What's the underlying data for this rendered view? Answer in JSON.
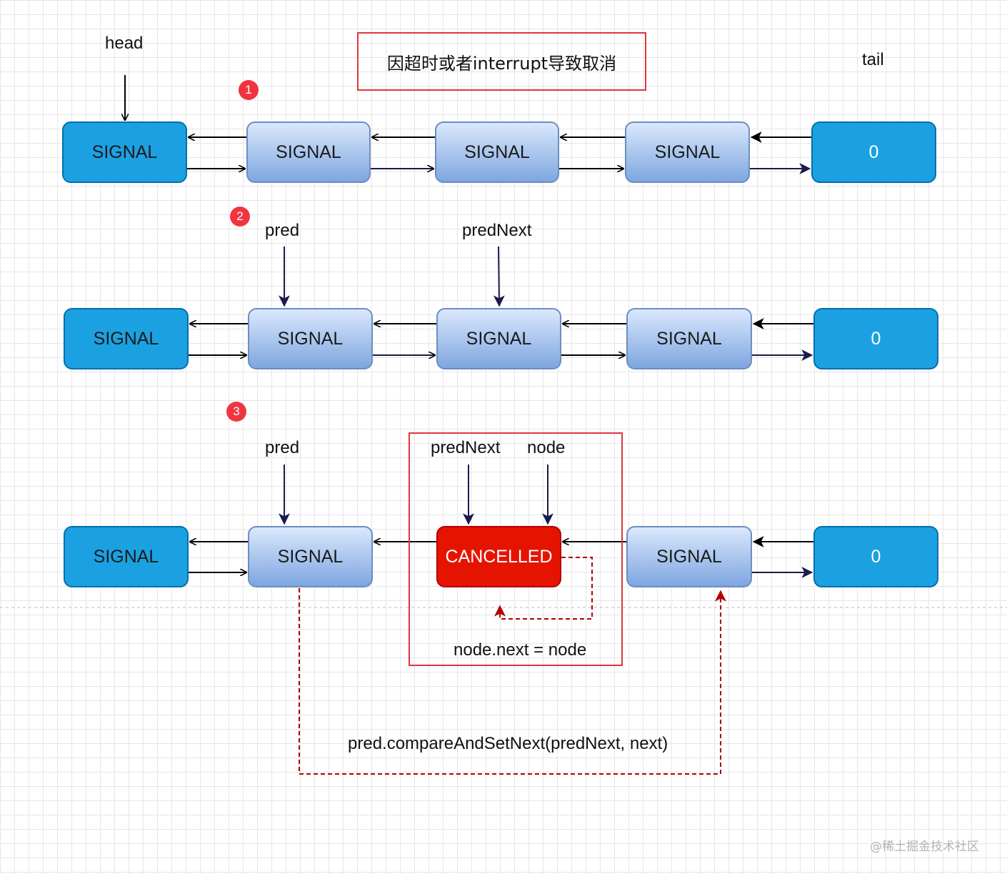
{
  "title_note": "因超时或者interrupt导致取消",
  "pointers": {
    "head": "head",
    "tail": "tail",
    "pred": "pred",
    "predNext": "predNext",
    "node": "node"
  },
  "steps": [
    "1",
    "2",
    "3"
  ],
  "rows": [
    {
      "nodes": [
        "SIGNAL",
        "SIGNAL",
        "SIGNAL",
        "SIGNAL",
        "0"
      ]
    },
    {
      "nodes": [
        "SIGNAL",
        "SIGNAL",
        "SIGNAL",
        "SIGNAL",
        "0"
      ]
    },
    {
      "nodes": [
        "SIGNAL",
        "SIGNAL",
        "CANCELLED",
        "SIGNAL",
        "0"
      ]
    }
  ],
  "annotations": {
    "self_link": "node.next = node",
    "cas": "pred.compareAndSetNext(predNext, next)"
  },
  "watermark": "@稀土掘金技术社区",
  "colors": {
    "head_tail_fill": "#1ba1e2",
    "node_gradient_top": "#dae8fc",
    "node_gradient_bottom": "#7ea6e0",
    "cancelled_fill": "#e51400",
    "highlight_border": "#e0353f",
    "dashed_link": "#b20000"
  }
}
